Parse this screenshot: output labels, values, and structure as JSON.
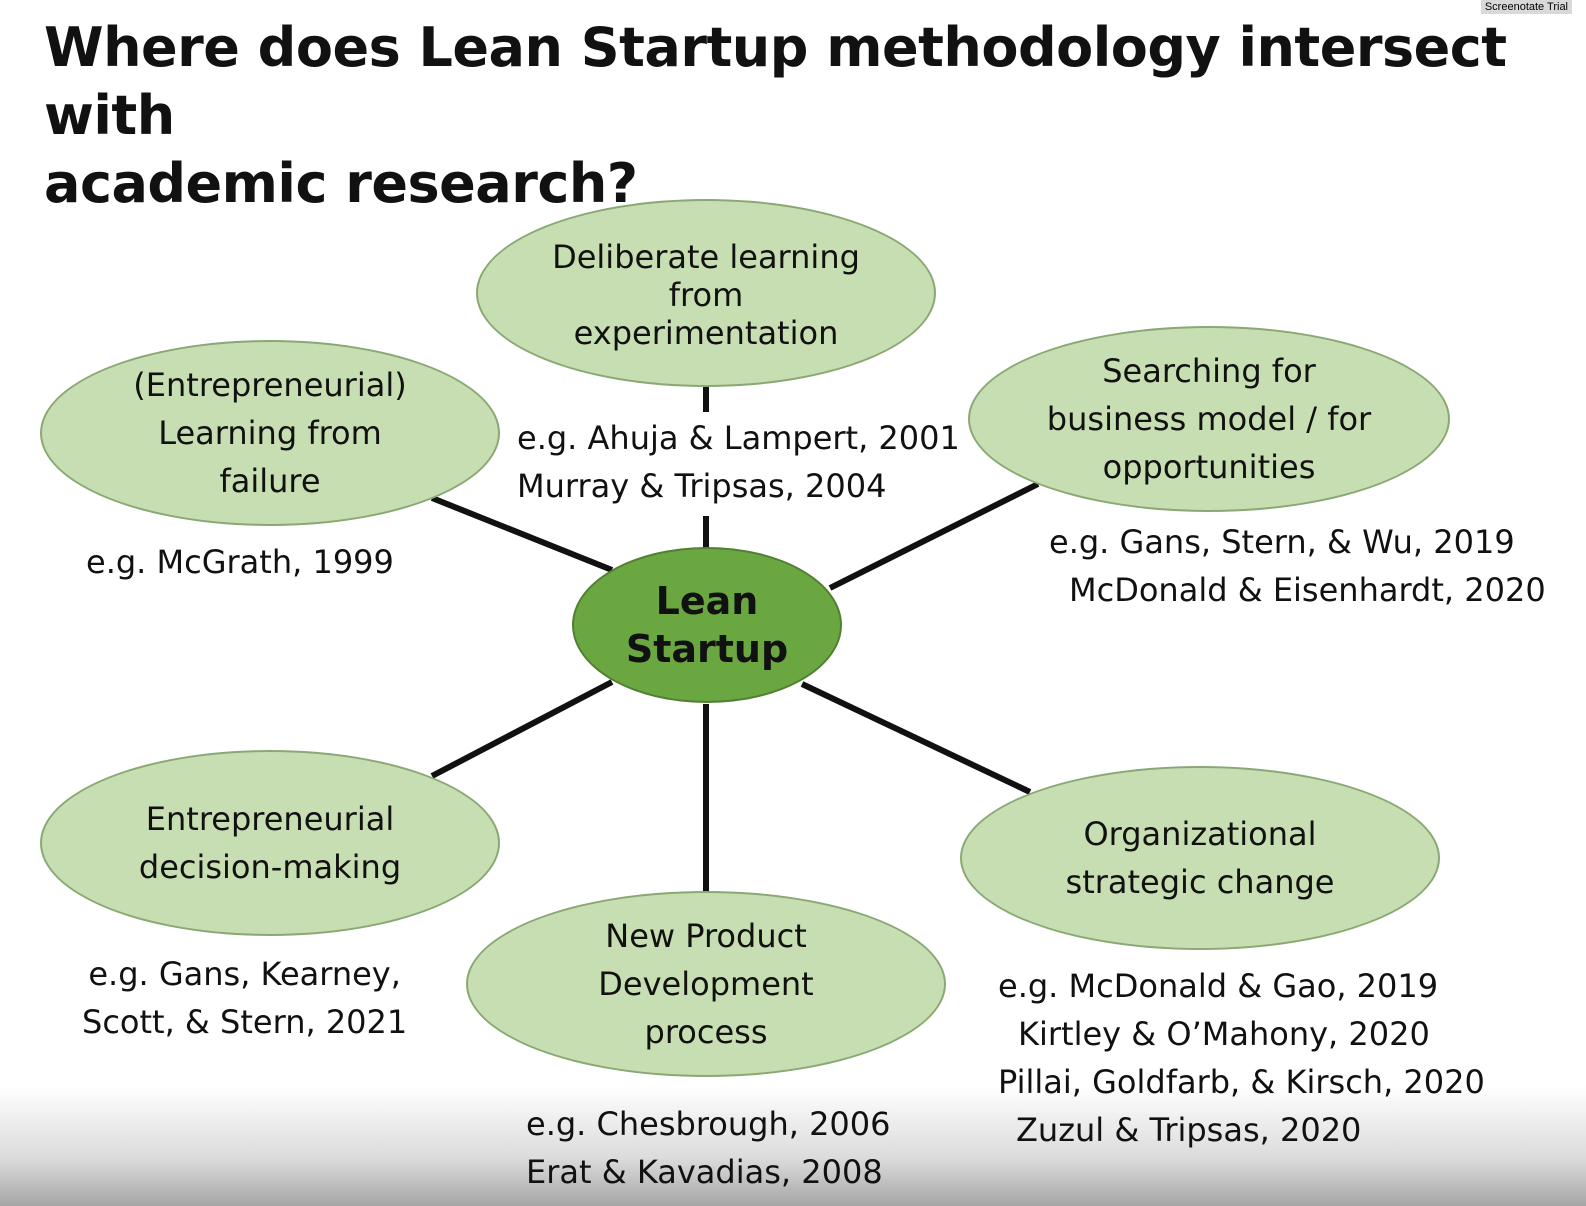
{
  "watermark": "Screenotate Trial",
  "title": {
    "line1": "Where does Lean Startup methodology intersect with",
    "line2": "academic research?"
  },
  "center": {
    "line1": "Lean",
    "line2": "Startup"
  },
  "nodes": {
    "top": {
      "lines": [
        "Deliberate learning",
        "from",
        "experimentation"
      ],
      "refs": [
        "e.g. Ahuja & Lampert, 2001",
        "Murray & Tripsas, 2004"
      ]
    },
    "upper_left": {
      "lines": [
        "(Entrepreneurial)",
        "Learning from",
        "failure"
      ],
      "refs": [
        "e.g. McGrath, 1999"
      ]
    },
    "upper_right": {
      "lines": [
        "Searching for",
        "business model / for",
        "opportunities"
      ],
      "refs": [
        "e.g. Gans, Stern, & Wu, 2019",
        "McDonald & Eisenhardt, 2020"
      ]
    },
    "lower_left": {
      "lines": [
        "Entrepreneurial",
        "decision-making"
      ],
      "refs": [
        "e.g. Gans, Kearney,",
        "Scott, & Stern, 2021"
      ]
    },
    "bottom": {
      "lines": [
        "New Product",
        "Development",
        "process"
      ],
      "refs": [
        "e.g. Chesbrough, 2006",
        "Erat & Kavadias, 2008"
      ]
    },
    "lower_right": {
      "lines": [
        "Organizational",
        "strategic change"
      ],
      "refs": [
        "e.g. McDonald & Gao, 2019",
        "Kirtley & O’Mahony, 2020",
        "Pillai, Goldfarb, & Kirsch, 2020",
        "Zuzul & Tripsas, 2020"
      ]
    }
  },
  "colors": {
    "outer_fill": "#c6deb1",
    "outer_border": "#8aa873",
    "center_fill": "#6aa740",
    "connector": "#111111"
  }
}
